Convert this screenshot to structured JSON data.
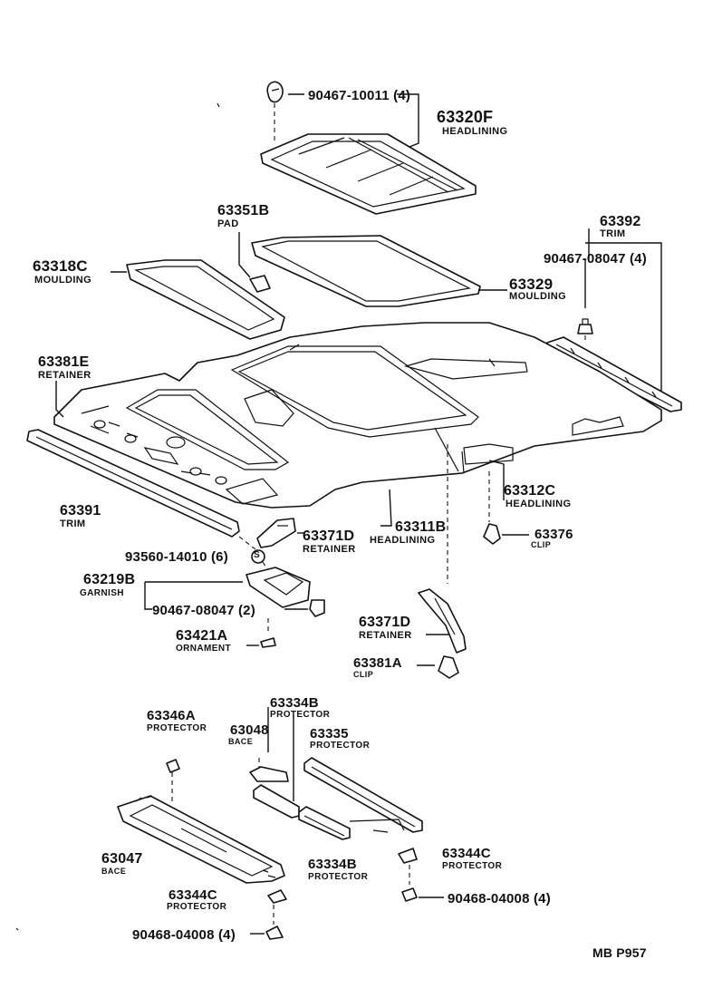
{
  "labels": {
    "p90467_10011": "90467-10011 (4)",
    "p63320F": "63320F",
    "n63320F": "HEADLINING",
    "p63351B": "63351B",
    "n63351B": "PAD",
    "p63392": "63392",
    "n63392": "TRIM",
    "p90467_08047_4": "90467-08047 (4)",
    "p63318C": "63318C",
    "n63318C": "MOULDING",
    "p63329": "63329",
    "n63329": "MOULDING",
    "p63381E": "63381E",
    "n63381E": "RETAINER",
    "p63391": "63391",
    "n63391": "TRIM",
    "p63312C": "63312C",
    "n63312C": "HEADLINING",
    "p63311B": "63311B",
    "n63311B": "HEADLINING",
    "p63371D_a": "63371D",
    "n63371D_a": "RETAINER",
    "p63376": "63376",
    "n63376": "CLIP",
    "p93560_14010": "93560-14010 (6)",
    "p63219B": "63219B",
    "n63219B": "GARNISH",
    "p90467_08047_2": "90467-08047 (2)",
    "p63421A": "63421A",
    "n63421A": "ORNAMENT",
    "p63371D_b": "63371D",
    "n63371D_b": "RETAINER",
    "p63381A": "63381A",
    "n63381A": "CLIP",
    "p63346A": "63346A",
    "n63346A": "PROTECTOR",
    "p63334B_top": "63334B",
    "n63334B_top": "PROTECTOR",
    "p63048": "63048",
    "n63048": "BACE",
    "p63335": "63335",
    "n63335": "PROTECTOR",
    "p63047": "63047",
    "n63047": "BACE",
    "p63334B_bot": "63334B",
    "n63334B_bot": "PROTECTOR",
    "p63344C_r": "63344C",
    "n63344C_r": "PROTECTOR",
    "p90468_04008_r": "90468-04008 (4)",
    "p63344C_l": "63344C",
    "n63344C_l": "PROTECTOR",
    "p90468_04008_l": "90468-04008 (4)",
    "s_symbol": "S",
    "footer": "MB  P957"
  }
}
